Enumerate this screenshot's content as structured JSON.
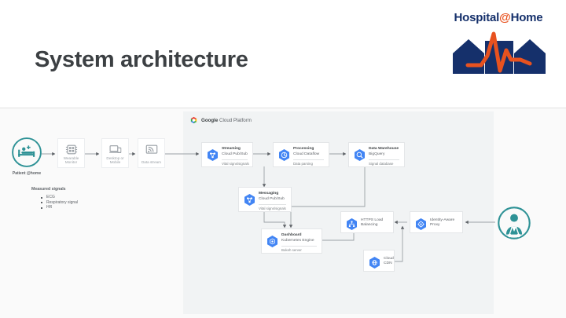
{
  "header": {
    "title": "System architecture",
    "logo": {
      "text_part1": "Hospital",
      "at": "@",
      "text_part2": "Home",
      "mark_name": "hospital-home-logo",
      "navy": "#15306b",
      "orange": "#e8521f"
    }
  },
  "diagram": {
    "background": "#fafafa",
    "gcp_panel": {
      "brand_bold": "Google",
      "brand_rest": " Cloud Platform",
      "background": "#f1f3f4"
    },
    "patient": {
      "label": "Patient @home",
      "icon": "patient-in-bed-icon",
      "color": "#2e9296"
    },
    "doctor": {
      "icon": "doctor-icon",
      "color": "#2e9296"
    },
    "measured_signals": {
      "title": "Measured signals",
      "items": [
        "ECG",
        "Respiratory signal",
        "HR"
      ]
    },
    "devices": [
      {
        "label": "Wearable Monitor",
        "icon": "chip-icon"
      },
      {
        "label": "Desktop or Mobile",
        "icon": "laptop-phone-icon"
      },
      {
        "label": "Data stream",
        "icon": "cast-stream-icon"
      }
    ],
    "services": [
      {
        "name": "streaming",
        "title": "Streaming",
        "product": "Cloud Pub/Sub",
        "note": "Vital signs/signals",
        "icon": "cloud-pubsub-icon"
      },
      {
        "name": "processing",
        "title": "Processing",
        "product": "Cloud Dataflow",
        "note": "Data parsing",
        "icon": "cloud-dataflow-icon"
      },
      {
        "name": "data-warehouse",
        "title": "Data Warehouse",
        "product": "BigQuery",
        "note": "Signal database",
        "icon": "bigquery-icon"
      },
      {
        "name": "messaging",
        "title": "Messaging",
        "product": "Cloud Pub/Sub",
        "note": "Vital signs/signals",
        "icon": "cloud-pubsub-icon"
      },
      {
        "name": "dashboard",
        "title": "Dashboard",
        "product": "Kubernetes Engine",
        "note": "Bokeh server",
        "icon": "kubernetes-engine-icon"
      },
      {
        "name": "https-load-balancing",
        "title": "HTTPS Load Balancing",
        "icon": "load-balancing-icon"
      },
      {
        "name": "cloud-cdn",
        "title": "Cloud CDN",
        "icon": "cloud-cdn-icon"
      },
      {
        "name": "identity-aware-proxy",
        "title": "Identity-Aware Proxy",
        "icon": "identity-aware-proxy-icon"
      }
    ]
  }
}
